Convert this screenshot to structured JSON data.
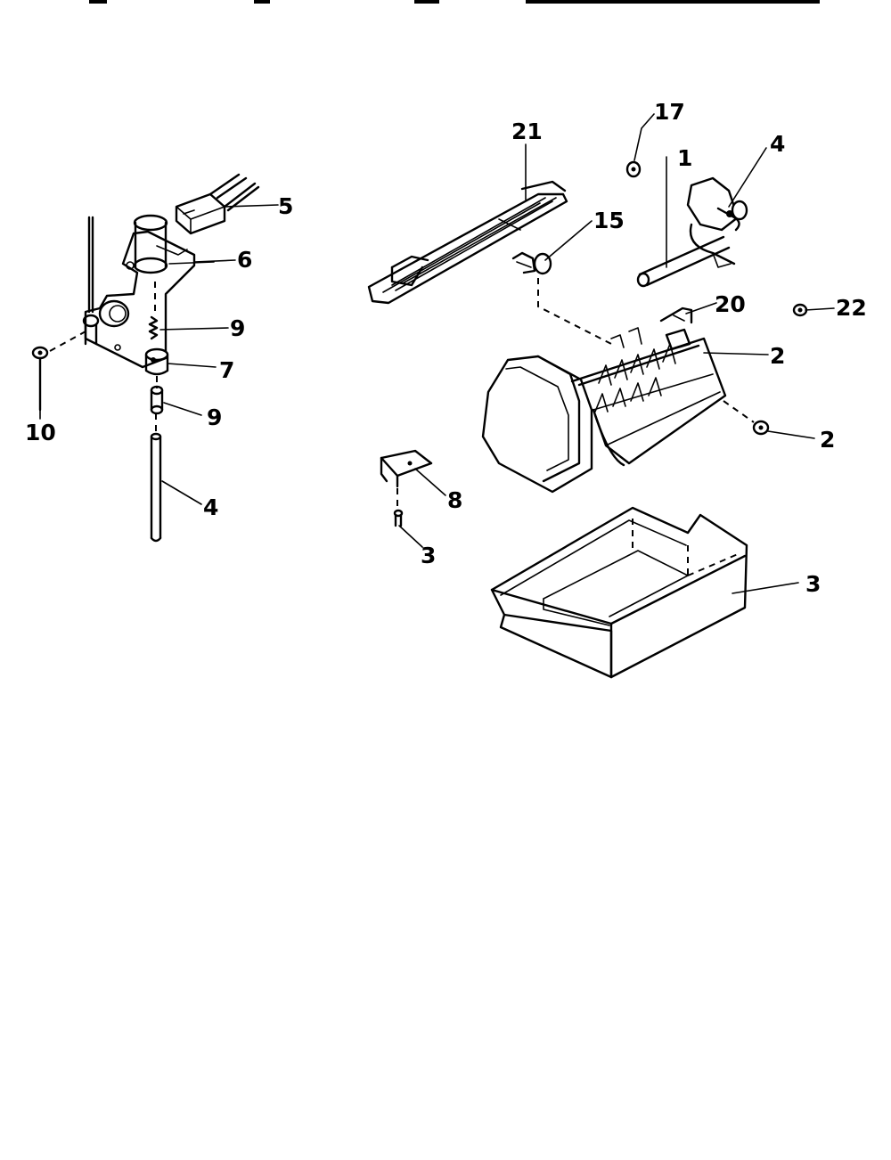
{
  "callouts": {
    "c1": "1",
    "c2a": "2",
    "c2b": "2",
    "c3a": "3",
    "c3b": "3",
    "c4a": "4",
    "c4b": "4",
    "c5": "5",
    "c6": "6",
    "c7": "7",
    "c8": "8",
    "c9a": "9",
    "c9b": "9",
    "c10": "10",
    "c15": "15",
    "c17": "17",
    "c20": "20",
    "c21": "21",
    "c22": "22"
  }
}
